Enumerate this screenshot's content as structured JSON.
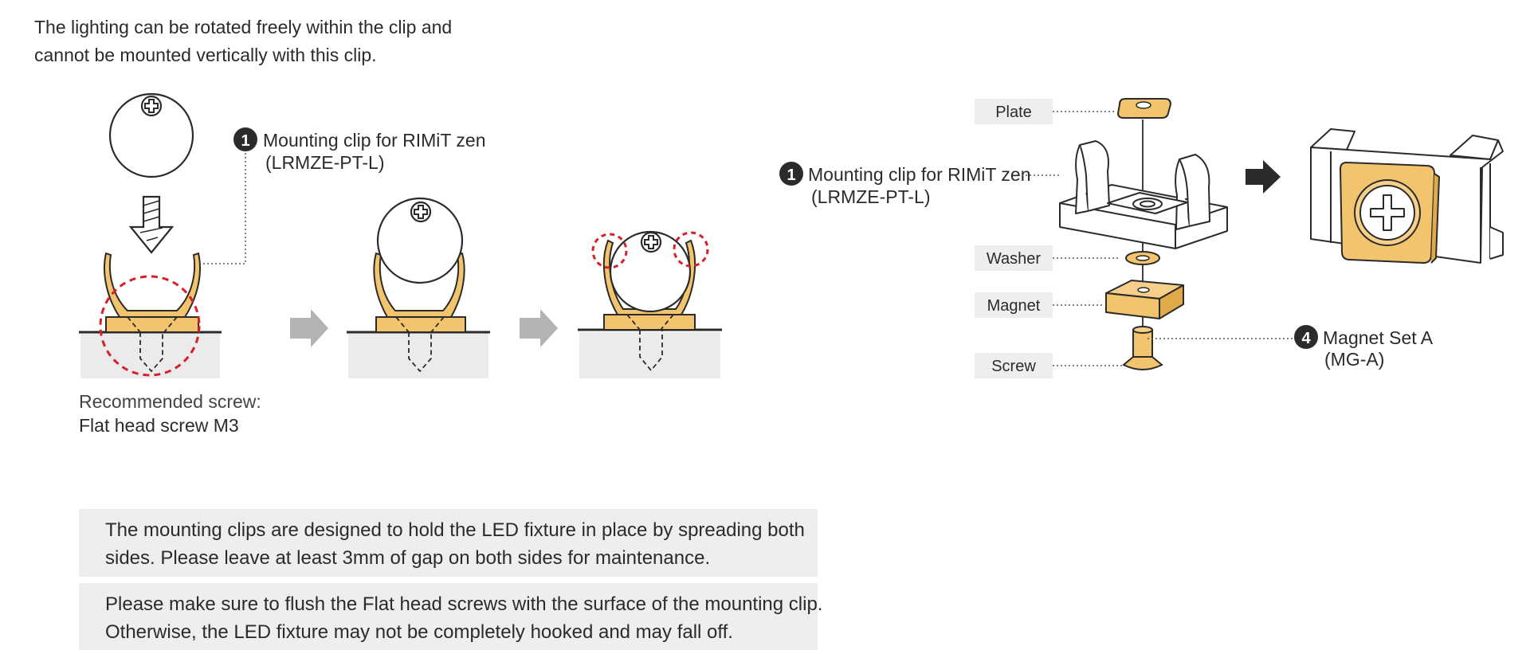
{
  "intro": {
    "line1": "The lighting can be rotated freely within the clip and",
    "line2": "cannot be mounted vertically with this clip."
  },
  "left_callout": {
    "number": "1",
    "line1": "Mounting clip for RIMiT zen",
    "line2": "(LRMZE-PT-L)"
  },
  "screw_recommendation": {
    "label": "Recommended screw:",
    "value": "Flat head screw M3"
  },
  "right_callout": {
    "number": "1",
    "line1": "Mounting clip for RIMiT zen",
    "line2": "(LRMZE-PT-L)"
  },
  "parts": {
    "plate": "Plate",
    "washer": "Washer",
    "magnet": "Magnet",
    "screw": "Screw"
  },
  "magnet_set": {
    "number": "4",
    "line1": "Magnet Set A",
    "line2": "(MG-A)"
  },
  "notes": {
    "note1_line1": "The mounting clips are designed to hold the LED fixture in place by spreading both",
    "note1_line2": "sides. Please leave at least 3mm of gap on both sides for maintenance.",
    "note2_line1": "Please make sure to flush the Flat head screws with the surface of the mounting clip.",
    "note2_line2": "Otherwise, the LED fixture may not be completely hooked and may fall off."
  },
  "colors": {
    "accent_gold": "#f2c46d",
    "accent_gold_dark": "#e0a94a",
    "highlight_red": "#d6202a",
    "arrow_gray": "#b3b3b3",
    "panel_gray": "#eeeeee",
    "outline": "#2b2b2b"
  }
}
